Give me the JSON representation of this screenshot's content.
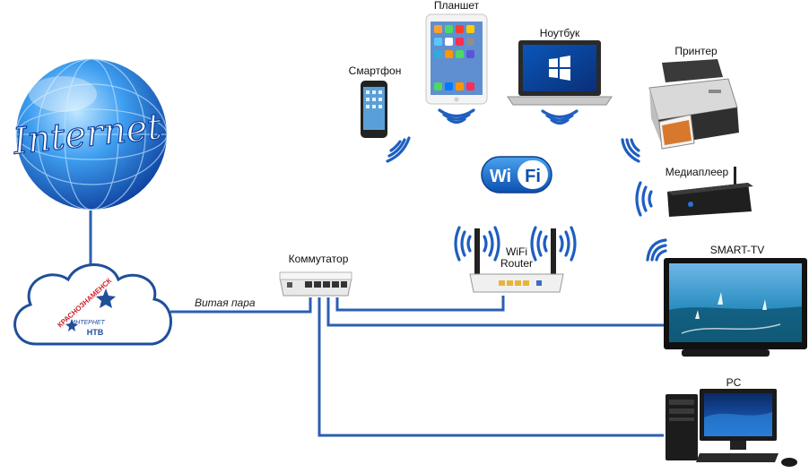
{
  "internet": {
    "label": "Internet"
  },
  "isp": {
    "brand_top": "КРАСНОЗНАМЕНСК",
    "brand_mid": "ИНТЕРНЕТ",
    "brand_bottom": "НТВ"
  },
  "cable": {
    "label": "Витая пара"
  },
  "switch": {
    "label": "Коммутатор"
  },
  "router": {
    "label_line1": "WiFi",
    "label_line2": "Router"
  },
  "wifi_logo": {
    "left": "Wi",
    "right": "Fi"
  },
  "devices": {
    "smartphone": "Смартфон",
    "tablet": "Планшет",
    "laptop": "Ноутбук",
    "printer": "Принтер",
    "mediaplayer": "Медиаплеер",
    "tv": "SMART-TV",
    "pc": "PC"
  },
  "colors": {
    "cable": "#2b5fb0",
    "wifi_waves": "#1e5fbf",
    "globe": "#1f7fe0",
    "router_ports": "#e8b43a",
    "switch_ports": "#555555"
  }
}
